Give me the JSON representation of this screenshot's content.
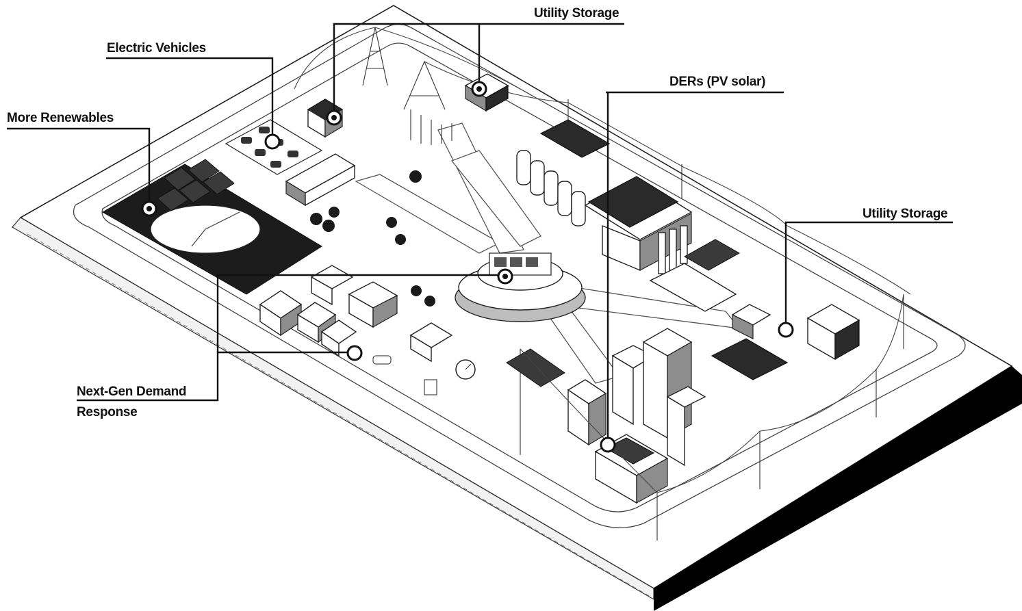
{
  "diagram": {
    "callouts": [
      {
        "id": "utility-storage-top",
        "label": "Utility Storage",
        "icon": "battery-storage-icon"
      },
      {
        "id": "electric-vehicles",
        "label": "Electric Vehicles",
        "icon": "ev-charging-icon"
      },
      {
        "id": "more-renewables",
        "label": "More Renewables",
        "icon": "solar-farm-icon"
      },
      {
        "id": "ders-pv-solar",
        "label": "DERs (PV solar)",
        "icon": "rooftop-solar-icon"
      },
      {
        "id": "utility-storage-right",
        "label": "Utility Storage",
        "icon": "battery-storage-icon"
      },
      {
        "id": "next-gen-demand-response",
        "label_line1": "Next-Gen Demand",
        "label_line2": "Response",
        "icon": "smart-home-icon"
      }
    ],
    "colors": {
      "ink": "#111111",
      "platform_edge": "#000000",
      "paper": "#ffffff",
      "shading": "#2a2a2a"
    }
  }
}
